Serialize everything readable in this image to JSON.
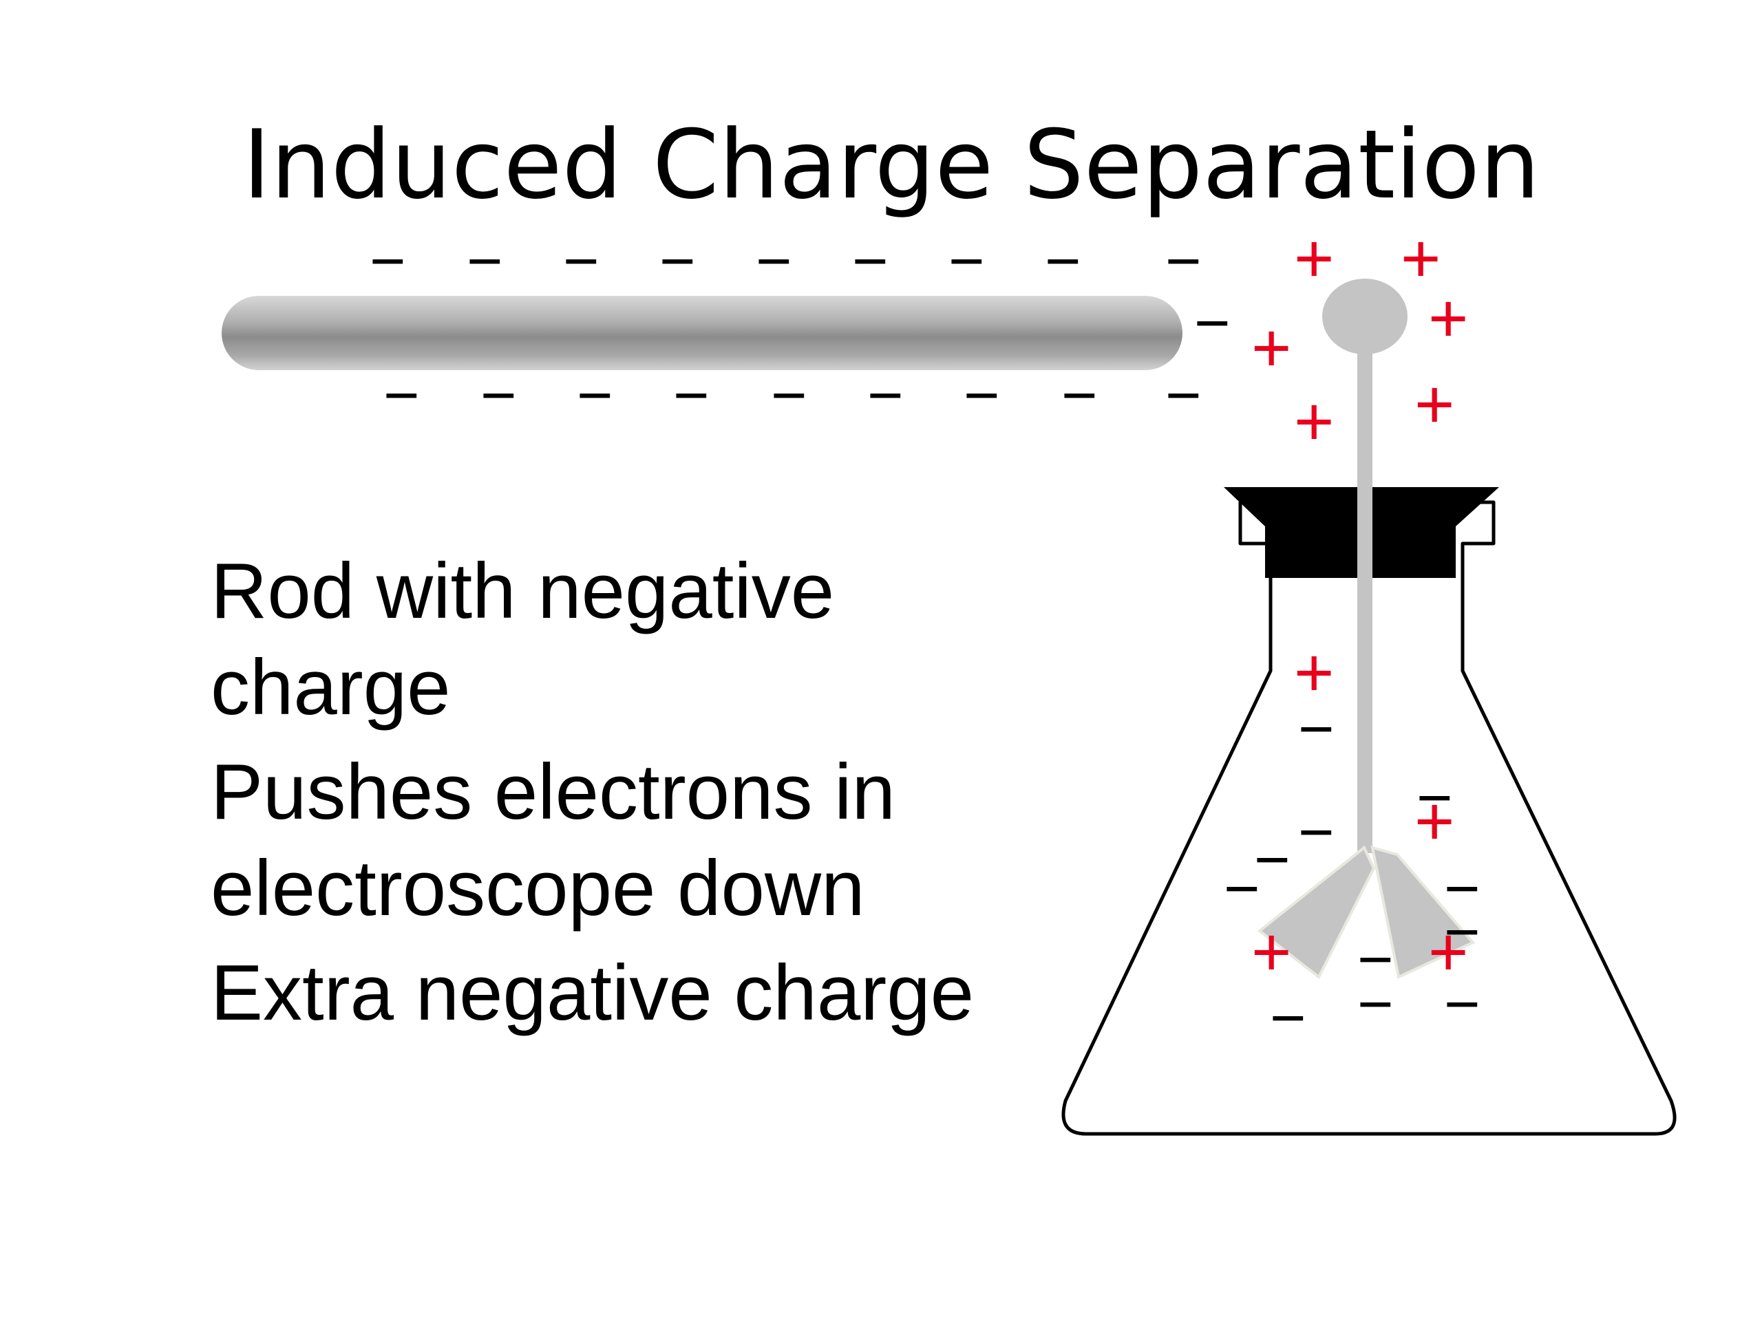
{
  "slide": {
    "title": "Induced Charge Separation",
    "bullets": [
      "Rod with negative charge",
      "Pushes electrons in electroscope down",
      "Extra negative charge"
    ]
  },
  "symbols": {
    "negative": "−",
    "positive": "+"
  },
  "colors": {
    "positive_charge": "#e8001c",
    "negative_charge": "#000000",
    "rod": "#9a9a9a",
    "electroscope_metal": "#c4c4c4",
    "stopper": "#000000",
    "flask_outline": "#000000"
  }
}
